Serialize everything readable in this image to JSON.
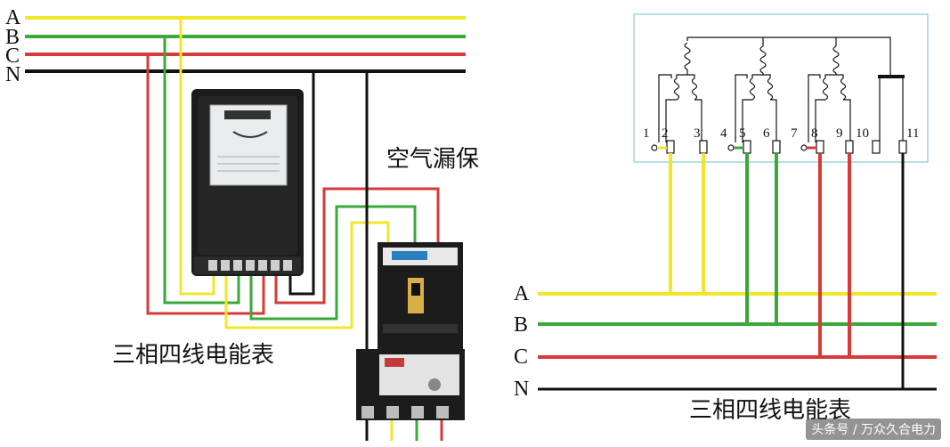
{
  "left_diagram": {
    "phase_labels": [
      "A",
      "B",
      "C",
      "N"
    ],
    "breaker_label": "空气漏保",
    "meter_label": "三相四线电能表"
  },
  "right_diagram": {
    "phase_labels": [
      "A",
      "B",
      "C",
      "N"
    ],
    "terminal_numbers": [
      "1",
      "2",
      "3",
      "4",
      "5",
      "6",
      "7",
      "8",
      "9",
      "10",
      "11"
    ],
    "meter_label": "三相四线电能表"
  },
  "watermark": "头条号 / 万众久合电力",
  "colors": {
    "phase_a": "#f0e62c",
    "phase_b": "#3aa83a",
    "phase_c": "#d83a3a",
    "neutral": "#111111",
    "meter_box_border": "#9fd6dc",
    "device_body": "#1c1c1c"
  },
  "icons": [
    "electric-meter-photo",
    "leakage-breaker-photo",
    "current-coil-icon",
    "voltage-coil-icon"
  ]
}
